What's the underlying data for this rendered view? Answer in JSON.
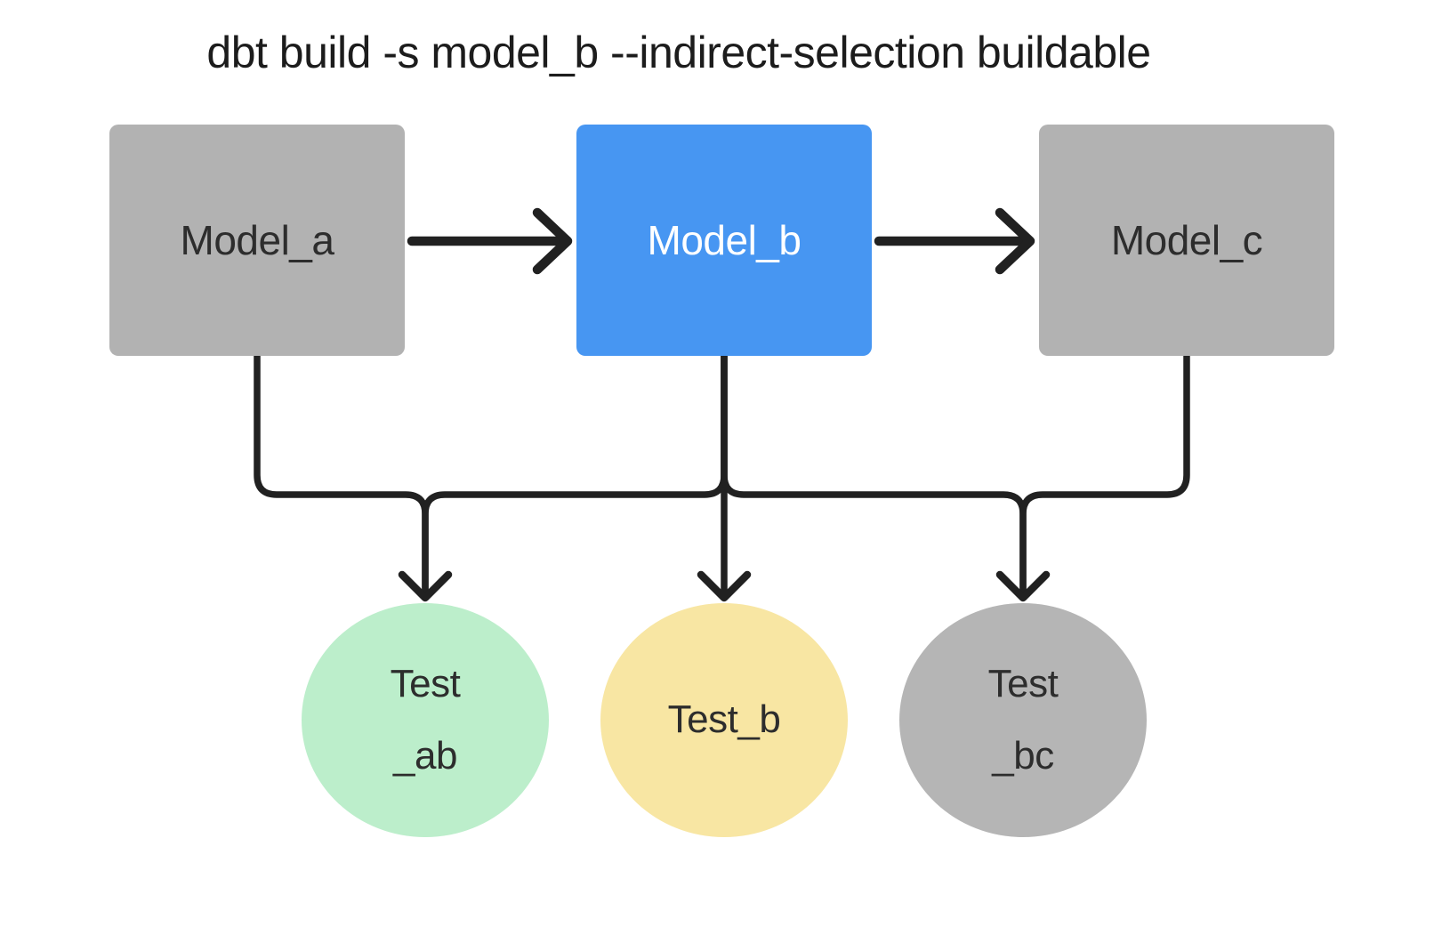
{
  "title": "dbt build -s model_b --indirect-selection buildable",
  "models": [
    {
      "id": "model_a",
      "label": "Model_a",
      "state": "not-selected"
    },
    {
      "id": "model_b",
      "label": "Model_b",
      "state": "selected"
    },
    {
      "id": "model_c",
      "label": "Model_c",
      "state": "not-selected"
    }
  ],
  "tests": [
    {
      "id": "test_ab",
      "lines": [
        "Test",
        "_ab"
      ],
      "state": "green"
    },
    {
      "id": "test_b",
      "lines": [
        "Test_b",
        ""
      ],
      "state": "yellow"
    },
    {
      "id": "test_bc",
      "lines": [
        "Test",
        "_bc"
      ],
      "state": "gray"
    }
  ],
  "edges": [
    {
      "from": "model_a",
      "to": "model_b"
    },
    {
      "from": "model_b",
      "to": "model_c"
    },
    {
      "from": "model_a",
      "to": "test_ab"
    },
    {
      "from": "model_b",
      "to": "test_ab"
    },
    {
      "from": "model_b",
      "to": "test_b"
    },
    {
      "from": "model_b",
      "to": "test_bc"
    },
    {
      "from": "model_c",
      "to": "test_bc"
    }
  ],
  "colors": {
    "bg": "#ffffff",
    "model_default": "#b2b2b2",
    "model_selected": "#4796f2",
    "test_green": "#bceecb",
    "test_yellow": "#f8e6a3",
    "test_gray": "#b5b5b5",
    "edge": "#212121",
    "text_dark": "#2d2d2d",
    "text_light": "#ffffff",
    "title_color": "#1c1c1c"
  }
}
